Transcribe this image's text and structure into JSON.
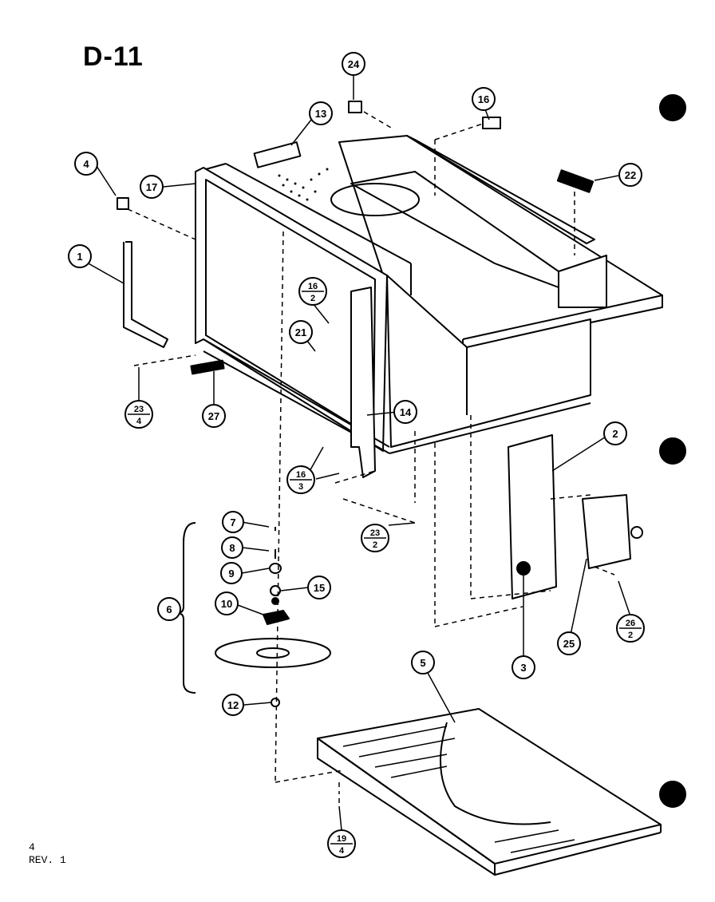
{
  "title": "D-11",
  "footer": {
    "page": "4",
    "revision": "REV. 1"
  },
  "callouts": [
    {
      "id": "c1",
      "num": "1"
    },
    {
      "id": "c2",
      "num": "2"
    },
    {
      "id": "c3",
      "num": "3"
    },
    {
      "id": "c4",
      "num": "4"
    },
    {
      "id": "c5",
      "num": "5"
    },
    {
      "id": "c6",
      "num": "6"
    },
    {
      "id": "c7",
      "num": "7"
    },
    {
      "id": "c8",
      "num": "8"
    },
    {
      "id": "c9",
      "num": "9"
    },
    {
      "id": "c10",
      "num": "10"
    },
    {
      "id": "c12",
      "num": "12"
    },
    {
      "id": "c13",
      "num": "13"
    },
    {
      "id": "c14",
      "num": "14"
    },
    {
      "id": "c15",
      "num": "15"
    },
    {
      "id": "c16",
      "num": "16"
    },
    {
      "id": "c17",
      "num": "17"
    },
    {
      "id": "c21",
      "num": "21"
    },
    {
      "id": "c22",
      "num": "22"
    },
    {
      "id": "c24",
      "num": "24"
    },
    {
      "id": "c25",
      "num": "25"
    },
    {
      "id": "c27",
      "num": "27"
    }
  ],
  "fraction_callouts": [
    {
      "id": "f16_2",
      "num": "16",
      "qty": "2"
    },
    {
      "id": "f16_3",
      "num": "16",
      "qty": "3"
    },
    {
      "id": "f23_4",
      "num": "23",
      "qty": "4"
    },
    {
      "id": "f23_2",
      "num": "23",
      "qty": "2"
    },
    {
      "id": "f26_2",
      "num": "26",
      "qty": "2"
    },
    {
      "id": "f19_4",
      "num": "19",
      "qty": "4"
    }
  ]
}
